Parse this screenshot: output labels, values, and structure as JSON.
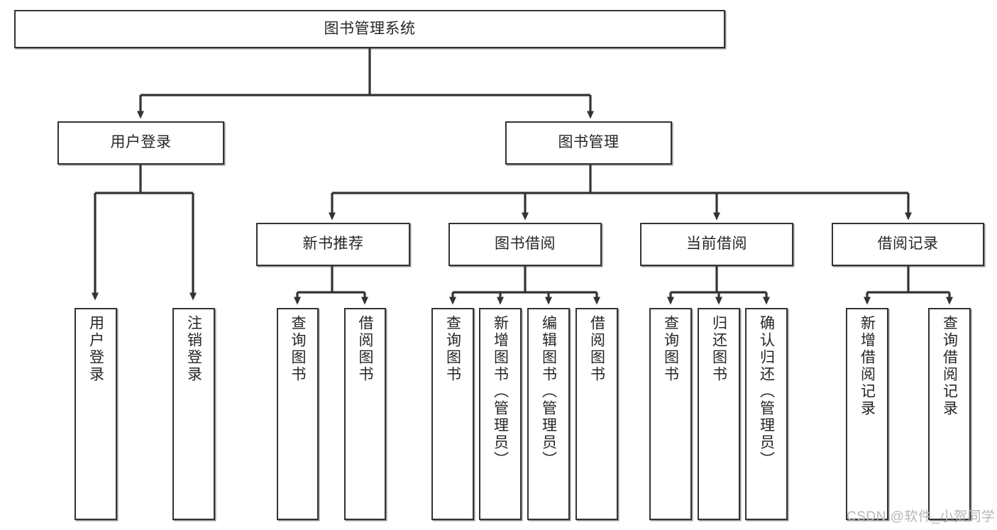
{
  "diagram": {
    "type": "tree-hierarchy-chart",
    "title": "图书管理系统",
    "orientation": "top-down",
    "colors": {
      "box_border": "#333333",
      "box_fill": "#ffffff",
      "edge": "#333333",
      "text": "#262626",
      "watermark": "#b6b6b6"
    },
    "levels": [
      {
        "level": 1,
        "nodes": [
          {
            "id": "root",
            "label": "图书管理系统",
            "orientation": "horizontal"
          }
        ]
      },
      {
        "level": 2,
        "nodes": [
          {
            "id": "login",
            "label": "用户登录",
            "orientation": "horizontal",
            "parent": "root"
          },
          {
            "id": "bookmgmt",
            "label": "图书管理",
            "orientation": "horizontal",
            "parent": "root"
          }
        ]
      },
      {
        "level": 3,
        "nodes": [
          {
            "id": "newbook",
            "label": "新书推荐",
            "orientation": "horizontal",
            "parent": "bookmgmt"
          },
          {
            "id": "borrow",
            "label": "图书借阅",
            "orientation": "horizontal",
            "parent": "bookmgmt"
          },
          {
            "id": "current",
            "label": "当前借阅",
            "orientation": "horizontal",
            "parent": "bookmgmt"
          },
          {
            "id": "records",
            "label": "借阅记录",
            "orientation": "horizontal",
            "parent": "bookmgmt"
          }
        ]
      },
      {
        "level": 4,
        "nodes": [
          {
            "id": "leaf1",
            "label": "用户登录",
            "orientation": "vertical",
            "parent": "login"
          },
          {
            "id": "leaf2",
            "label": "注销登录",
            "orientation": "vertical",
            "parent": "login"
          },
          {
            "id": "leaf3",
            "label": "查询图书",
            "orientation": "vertical",
            "parent": "newbook"
          },
          {
            "id": "leaf4",
            "label": "借阅图书",
            "orientation": "vertical",
            "parent": "newbook"
          },
          {
            "id": "leaf5",
            "label": "查询图书",
            "orientation": "vertical",
            "parent": "borrow"
          },
          {
            "id": "leaf6",
            "label": "新增图书（管理员）",
            "orientation": "vertical",
            "parent": "borrow"
          },
          {
            "id": "leaf7",
            "label": "编辑图书（管理员）",
            "orientation": "vertical",
            "parent": "borrow"
          },
          {
            "id": "leaf8",
            "label": "借阅图书",
            "orientation": "vertical",
            "parent": "borrow"
          },
          {
            "id": "leaf9",
            "label": "查询图书",
            "orientation": "vertical",
            "parent": "current"
          },
          {
            "id": "leaf10",
            "label": "归还图书",
            "orientation": "vertical",
            "parent": "current"
          },
          {
            "id": "leaf11",
            "label": "确认归还（管理员）",
            "orientation": "vertical",
            "parent": "current"
          },
          {
            "id": "leaf12",
            "label": "新增借阅记录",
            "orientation": "vertical",
            "parent": "records"
          },
          {
            "id": "leaf13",
            "label": "查询借阅记录",
            "orientation": "vertical",
            "parent": "records"
          }
        ]
      }
    ],
    "watermark": "CSDN @软件_小贺同学"
  }
}
